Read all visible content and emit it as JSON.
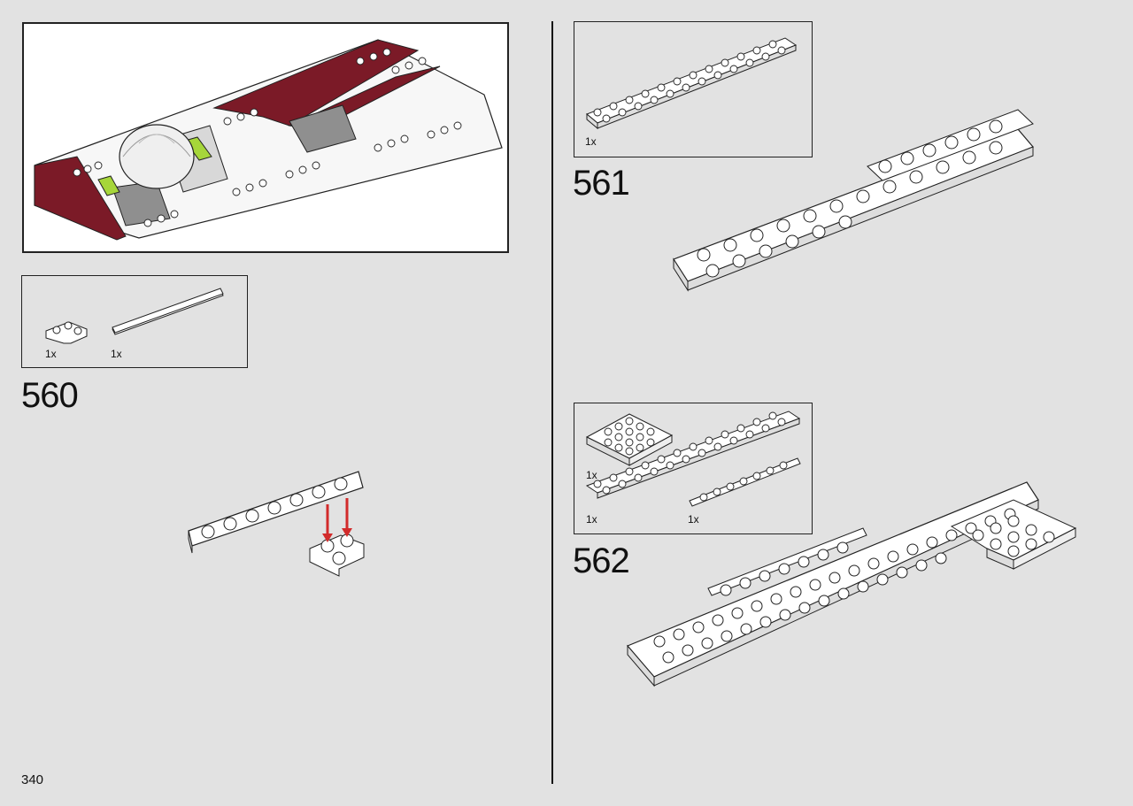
{
  "page": {
    "number": "340"
  },
  "colors": {
    "background": "#e2e2e2",
    "brick_white": "#ffffff",
    "dark_red": "#7b1a27",
    "lime": "#a6d63a",
    "gray": "#8f8f8f",
    "arrow_red": "#d22b2b",
    "outline": "#111111"
  },
  "steps": [
    {
      "number": "560",
      "parts": [
        {
          "qty": "1x",
          "part": "plate-2x2-corner"
        },
        {
          "qty": "1x",
          "part": "plate-1x8"
        }
      ]
    },
    {
      "number": "561",
      "parts": [
        {
          "qty": "1x",
          "part": "plate-2x12"
        }
      ]
    },
    {
      "number": "562",
      "parts": [
        {
          "qty": "1x",
          "part": "plate-4x4"
        },
        {
          "qty": "1x",
          "part": "plate-2x12"
        },
        {
          "qty": "1x",
          "part": "plate-1x8"
        }
      ]
    }
  ]
}
